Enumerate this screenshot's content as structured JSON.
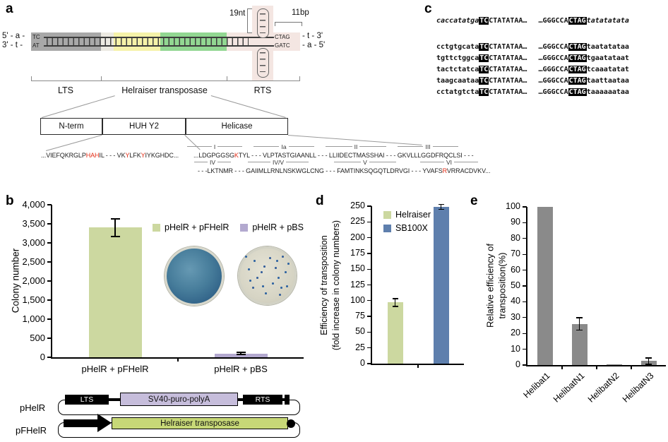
{
  "figure": {
    "panel_a": {
      "label": "a",
      "dna": {
        "left_top": "5' - a -",
        "left_bottom": "3' - t -",
        "tc": "TC",
        "at": "AT",
        "ctag": "CTAG",
        "gatc": "GATC",
        "right_top": "- t - 3'",
        "right_bottom": "- a - 5'",
        "loop_label": "19nt",
        "pair_label": "11bp"
      },
      "regions": [
        {
          "name": "LTS"
        },
        {
          "name": "Helraiser transposase"
        },
        {
          "name": "RTS"
        }
      ],
      "domains": [
        {
          "name": "N-term",
          "color": "#eae7dc"
        },
        {
          "name": "HUH  Y2",
          "color": "#f6f2ae"
        },
        {
          "name": "Helicase",
          "color": "#93d793"
        }
      ],
      "seq_row1_left": [
        {
          "t": "...VIEFQKRGLP"
        },
        {
          "t": "HAH",
          "c": "red"
        },
        {
          "t": "IL - - - VK"
        },
        {
          "t": "Y",
          "c": "red"
        },
        {
          "t": "LFK"
        },
        {
          "t": "Y",
          "c": "red"
        },
        {
          "t": "IYKGHDC..."
        }
      ],
      "seq_row1_right": [
        {
          "t": "...LDGPGGSG"
        },
        {
          "t": "K",
          "c": "red"
        },
        {
          "t": "TYL - - - VLPTASTGIAANLL - - - LLIIDECTMASSHAI - - - GKVLLLGGDFRQCLSI - - -"
        }
      ],
      "seq_row2": [
        {
          "t": "- - -LKTNMR - - - GAIIMLLRNLNSKWGLCNG - - - FAMTINKSQGQTLDRVGI - - - YVAFS"
        },
        {
          "t": "R",
          "c": "red"
        },
        {
          "t": "VRRACDVKV..."
        }
      ],
      "motifs_row1": [
        "I",
        "Ia",
        "II",
        "III"
      ],
      "motifs_row2": [
        "IV",
        "IV/V",
        "V",
        "VI"
      ]
    },
    "panel_b": {
      "label": "b",
      "plasmids": [
        {
          "name": "pHelR",
          "elements": [
            "LTS",
            "SV40-puro-polyA",
            "RTS"
          ]
        },
        {
          "name": "pFHelR",
          "elements": [
            "Helraiser transposase"
          ]
        }
      ]
    },
    "panel_c": {
      "label": "c",
      "header": [
        {
          "t": "caccatatg",
          "i": 1
        },
        {
          "t": "a",
          "i": 1,
          "b": 1
        },
        {
          "t": "TC",
          "inv": 1
        },
        {
          "t": "CTATATAA…"
        },
        {
          "gap": 1
        },
        {
          "t": "…GGGCCA"
        },
        {
          "t": "CTAG",
          "inv": 1
        },
        {
          "t": "tatatatata",
          "i": 1
        }
      ],
      "rows": [
        [
          {
            "t": "cctgtgcat"
          },
          {
            "t": "a",
            "b": 1
          },
          {
            "t": "TC",
            "inv": 1
          },
          {
            "t": "CTATATAA…"
          },
          {
            "gap": 1
          },
          {
            "t": "…GGGCCA"
          },
          {
            "t": "CTAG",
            "inv": 1
          },
          {
            "t": "t",
            "b": 1
          },
          {
            "t": "aatatataa"
          }
        ],
        [
          {
            "t": "tgttctggc"
          },
          {
            "t": "a",
            "b": 1
          },
          {
            "t": "TC",
            "inv": 1
          },
          {
            "t": "CTATATAA…"
          },
          {
            "gap": 1
          },
          {
            "t": "…GGGCCA"
          },
          {
            "t": "CTAG",
            "inv": 1
          },
          {
            "t": "t",
            "b": 1
          },
          {
            "t": "gaatataat"
          }
        ],
        [
          {
            "t": "tactctatc"
          },
          {
            "t": "a",
            "b": 1
          },
          {
            "t": "TC",
            "inv": 1
          },
          {
            "t": "CTATATAA…"
          },
          {
            "gap": 1
          },
          {
            "t": "…GGGCCA"
          },
          {
            "t": "CTAG",
            "inv": 1
          },
          {
            "t": "t",
            "b": 1
          },
          {
            "t": "caaatatat"
          }
        ],
        [
          {
            "t": "taagcaata"
          },
          {
            "t": "a",
            "b": 1
          },
          {
            "t": "TC",
            "inv": 1
          },
          {
            "t": "CTATATAA…"
          },
          {
            "gap": 1
          },
          {
            "t": "…GGGCCA"
          },
          {
            "t": "CTAG",
            "inv": 1
          },
          {
            "t": "t",
            "b": 1
          },
          {
            "t": "aattaataa"
          }
        ],
        [
          {
            "t": "cctatgtct"
          },
          {
            "t": "a",
            "b": 1
          },
          {
            "t": "TC",
            "inv": 1
          },
          {
            "t": "CTATATAA…"
          },
          {
            "gap": 1
          },
          {
            "t": "…GGGCCA"
          },
          {
            "t": "CTAG",
            "inv": 1
          },
          {
            "t": "t",
            "b": 1
          },
          {
            "t": "aaaaaataa"
          }
        ]
      ]
    },
    "panel_d": {
      "label": "d"
    },
    "panel_e": {
      "label": "e"
    }
  },
  "chart_data": [
    {
      "id": "b",
      "type": "bar",
      "categories": [
        "pHelR + pFHelR",
        "pHelR + pBS"
      ],
      "values": [
        3400,
        100
      ],
      "errors": [
        230,
        30
      ],
      "bar_colors": [
        "#ccd8a0",
        "#b3a9cf"
      ],
      "ylabel": "Colony number",
      "ylim": [
        0,
        4000
      ],
      "ytick_step": 500,
      "tick_format": "comma",
      "legend": [
        {
          "label": "pHelR + pFHelR",
          "color": "#ccd8a0"
        },
        {
          "label": "pHelR + pBS",
          "color": "#b3a9cf"
        }
      ]
    },
    {
      "id": "d",
      "type": "bar",
      "categories": [
        "Helraiser",
        "SB100X"
      ],
      "values": [
        97,
        249
      ],
      "errors": [
        6,
        4
      ],
      "bar_colors": [
        "#ccd8a0",
        "#5e7fad"
      ],
      "ylabel": "Efficiency of transposition",
      "ylabel2": "(fold increase in colony numbers)",
      "ylim": [
        0,
        250
      ],
      "ytick_step": 25,
      "legend": [
        {
          "label": "Helraiser",
          "color": "#ccd8a0"
        },
        {
          "label": "SB100X",
          "color": "#5e7fad"
        }
      ]
    },
    {
      "id": "e",
      "type": "bar",
      "categories": [
        "Helibat1",
        "HelibatN1",
        "HelibatN2",
        "HelibatN3"
      ],
      "values": [
        100,
        26,
        0.5,
        2.5
      ],
      "errors": [
        0,
        4,
        0,
        2
      ],
      "bar_colors": [
        "#8a8a8a",
        "#8a8a8a",
        "#8a8a8a",
        "#8a8a8a"
      ],
      "ylabel": "Relative efficiency of",
      "ylabel2": "transposition(%)",
      "ylim": [
        0,
        100
      ],
      "ytick_step": 10,
      "rotate_xlabels": true
    }
  ]
}
